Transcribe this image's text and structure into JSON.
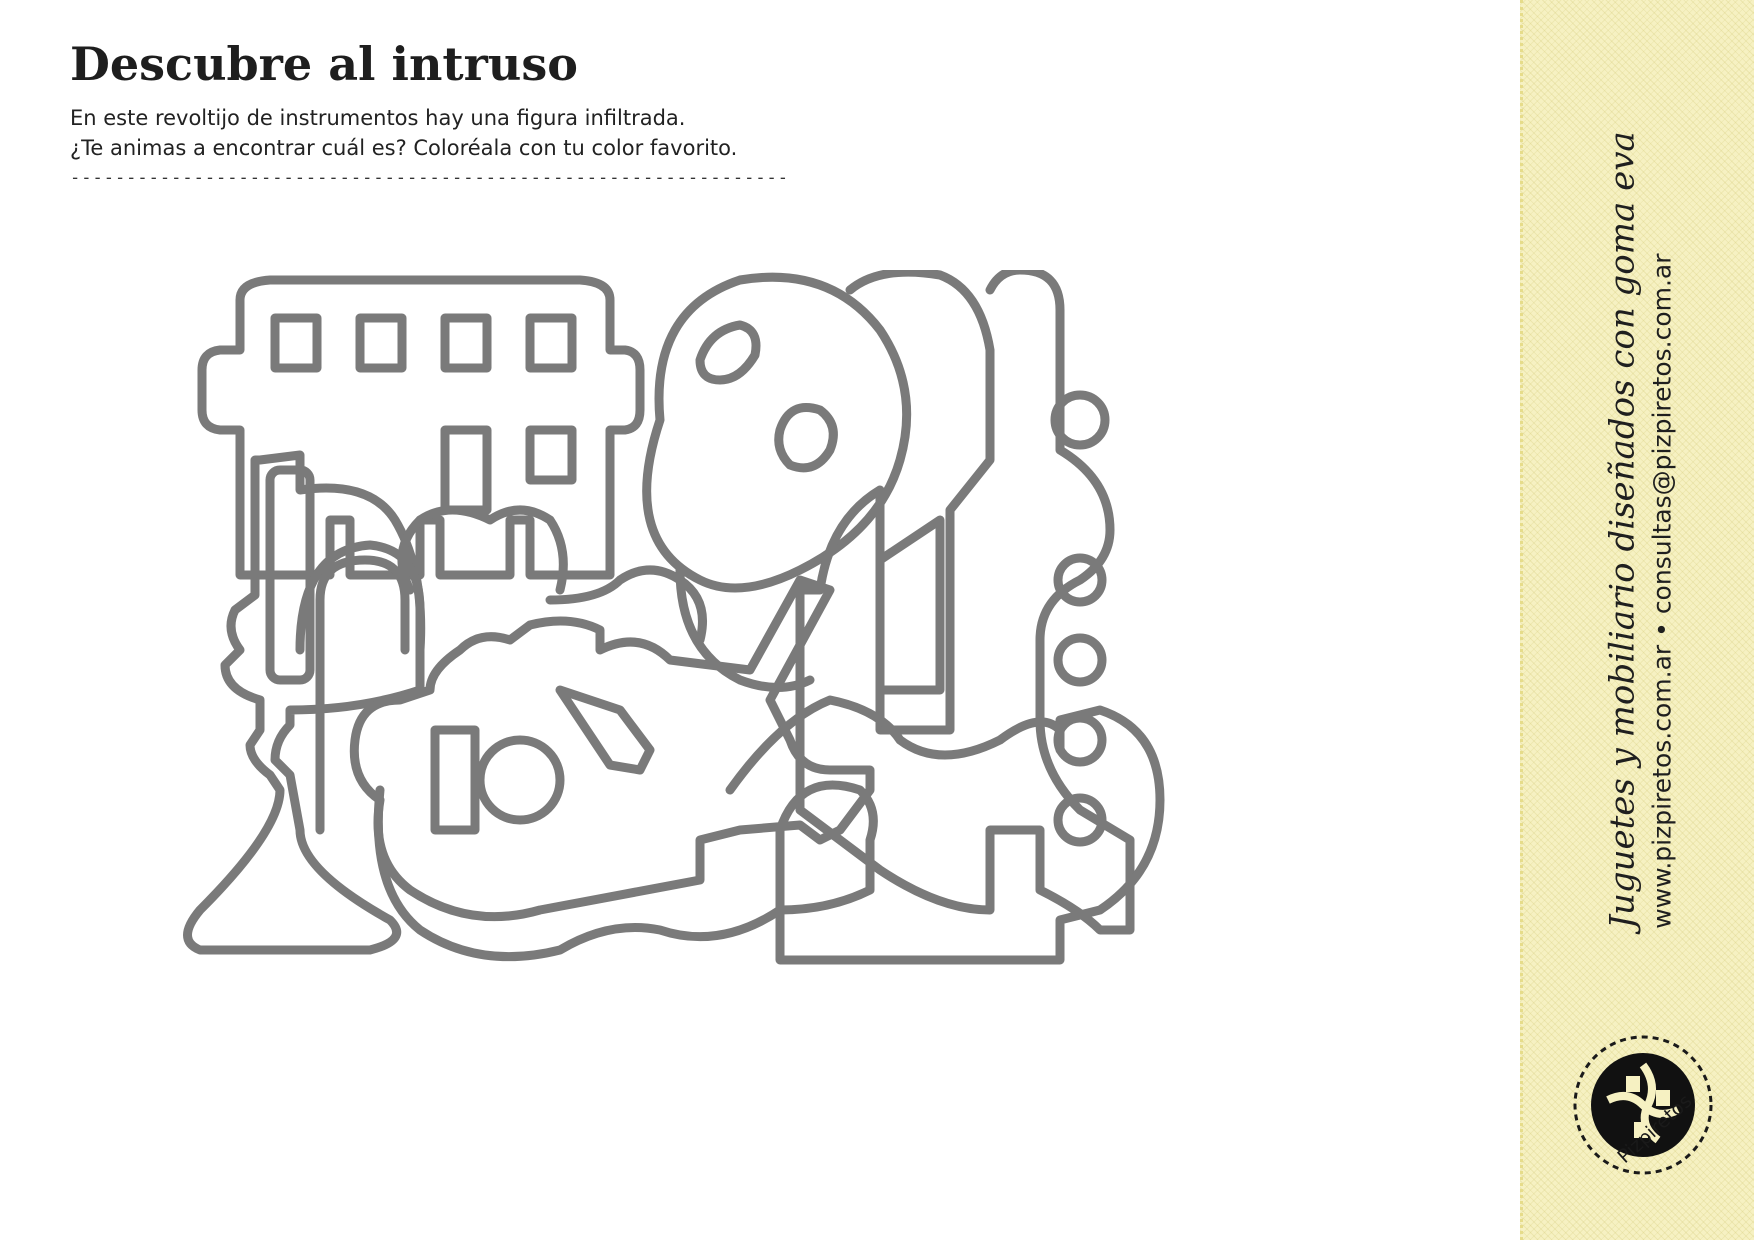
{
  "title": "Descubre al intruso",
  "instructions": {
    "line1": "En este revoltijo de instrumentos hay una figura infiltrada.",
    "line2": "¿Te animas a encontrar cuál es? Coloréala con tu color favorito."
  },
  "divider": "----------------------------------------------------------------------",
  "sidebar": {
    "tagline": "Juguetes y mobiliario diseñados con goma eva",
    "websites": "www.pizpiretos.com.ar • consultas@pizpiretos.com.ar",
    "brand": "Pizpiretos"
  },
  "colors": {
    "outline": "#737373",
    "sidebar_bg": "#f6f1c2",
    "text": "#1e1e1e"
  }
}
